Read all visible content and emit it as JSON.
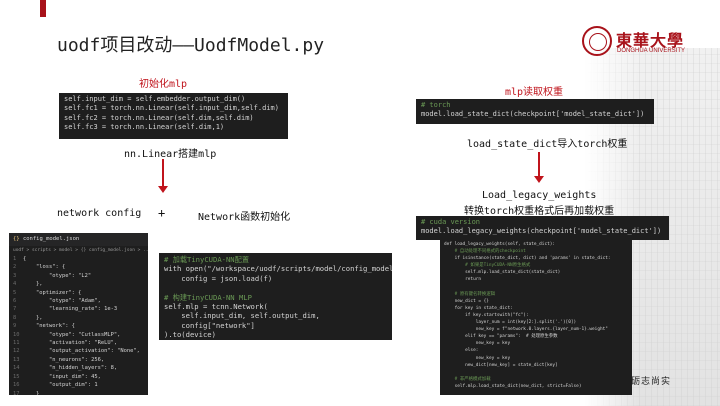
{
  "title": "uodf项目改动——UodfModel.py",
  "logo": {
    "cn": "東華大學",
    "en": "DONGHUA UNIVERSITY"
  },
  "colors": {
    "accent": "#c0141c",
    "code_bg": "#1e1e1e"
  },
  "left": {
    "init_label": "初始化mlp",
    "init_code": [
      "self.input_dim = self.embedder.output_dim()",
      "self.fc1 = torch.nn.Linear(self.input_dim,self.dim)",
      "self.fc2 = torch.nn.Linear(self.dim,self.dim)",
      "self.fc3 = torch.nn.Linear(self.dim,1)"
    ],
    "caption": "nn.Linear搭建mlp",
    "network_config": "network config",
    "plus": "+",
    "network_init": "Network函数初始化"
  },
  "editor": {
    "tab": "config_model.json",
    "breadcrumb": "uodf > scripts > model > {} config_model.json > ...",
    "lines": [
      "{",
      "    \"loss\": {",
      "        \"otype\": \"L2\"",
      "    },",
      "    \"optimizer\": {",
      "        \"otype\": \"Adam\",",
      "        \"learning_rate\": 1e-3",
      "    },",
      "    \"network\": {",
      "        \"otype\": \"CutlassMLP\",",
      "        \"activation\": \"ReLU\",",
      "        \"output_activation\": \"None\",",
      "        \"n_neurons\": 256,",
      "        \"n_hidden_layers\": 8,",
      "        \"input_dim\": 45,",
      "        \"output_dim\": 1",
      "    }",
      "}"
    ]
  },
  "mid_code": [
    "# 加载TinyCUDA-NN配置",
    "with open(\"/workspace/uodf/scripts/model/config_model.json\") as f:",
    "    config = json.load(f)",
    "",
    "# 构建TinyCUDA-NN MLP",
    "self.mlp = tcnn.Network(",
    "    self.input_dim, self.output_dim,",
    "    config[\"network\"]",
    ").to(device)"
  ],
  "right": {
    "read_label": "mlp读取权重",
    "torch_code": [
      "# torch",
      "model.load_state_dict(checkpoint['model_state_dict'])"
    ],
    "caption": "load_state_dict导入torch权重",
    "legacy_title": "Load_legacy_weights",
    "legacy_desc": "转换torch权重格式后再加载权重",
    "cuda_code": [
      "# cuda version",
      "model.load_legacy_weights(checkpoint['model_state_dict'])"
    ],
    "legacy_code": [
      "def load_legacy_weights(self, state_dict):",
      "    # 自动处理不同格式的checkpoint",
      "    if isinstance(state_dict, dict) and 'params' in state_dict:",
      "        # 如果是TinyCUDA-NN原生格式",
      "        self.mlp.load_state_dict(state_dict)",
      "        return",
      "",
      "    # 原有键名转换逻辑",
      "    new_dict = {}",
      "    for key in state_dict:",
      "        if key.startswith(\"fc\"):",
      "            layer_num = int(key[2:].split('.')[0])",
      "            new_key = f\"network.0.layers.{layer_num-1}.weight\"",
      "        elif key == \"params\":  # 处理原生参数",
      "            new_key = key",
      "        else:",
      "            new_key = key",
      "        new_dict[new_key] = state_dict[key]",
      "",
      "    # 非严格模式加载",
      "    self.mlp.load_state_dict(new_dict, strict=False)"
    ]
  },
  "footer": "砺志尚实"
}
